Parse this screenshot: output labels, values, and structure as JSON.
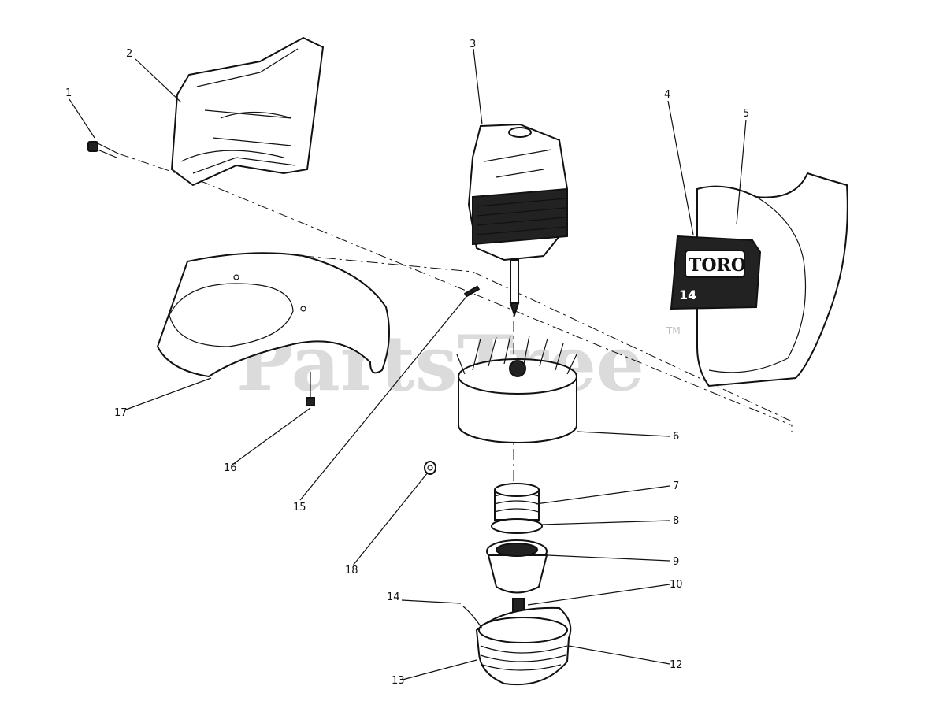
{
  "watermark": {
    "text": "PartsTree",
    "trademark": "TM"
  },
  "brand_badge": {
    "logo_text": "TORO",
    "model_text": "14"
  },
  "callouts": [
    {
      "id": "c1",
      "label": "1"
    },
    {
      "id": "c2",
      "label": "2"
    },
    {
      "id": "c3",
      "label": "3"
    },
    {
      "id": "c4",
      "label": "4"
    },
    {
      "id": "c5",
      "label": "5"
    },
    {
      "id": "c6",
      "label": "6"
    },
    {
      "id": "c7",
      "label": "7"
    },
    {
      "id": "c8",
      "label": "8"
    },
    {
      "id": "c9",
      "label": "9"
    },
    {
      "id": "c10",
      "label": "10"
    },
    {
      "id": "c12",
      "label": "12"
    },
    {
      "id": "c13",
      "label": "13"
    },
    {
      "id": "c14",
      "label": "14"
    },
    {
      "id": "c15",
      "label": "15"
    },
    {
      "id": "c16",
      "label": "16"
    },
    {
      "id": "c17",
      "label": "17"
    },
    {
      "id": "c18",
      "label": "18"
    }
  ]
}
